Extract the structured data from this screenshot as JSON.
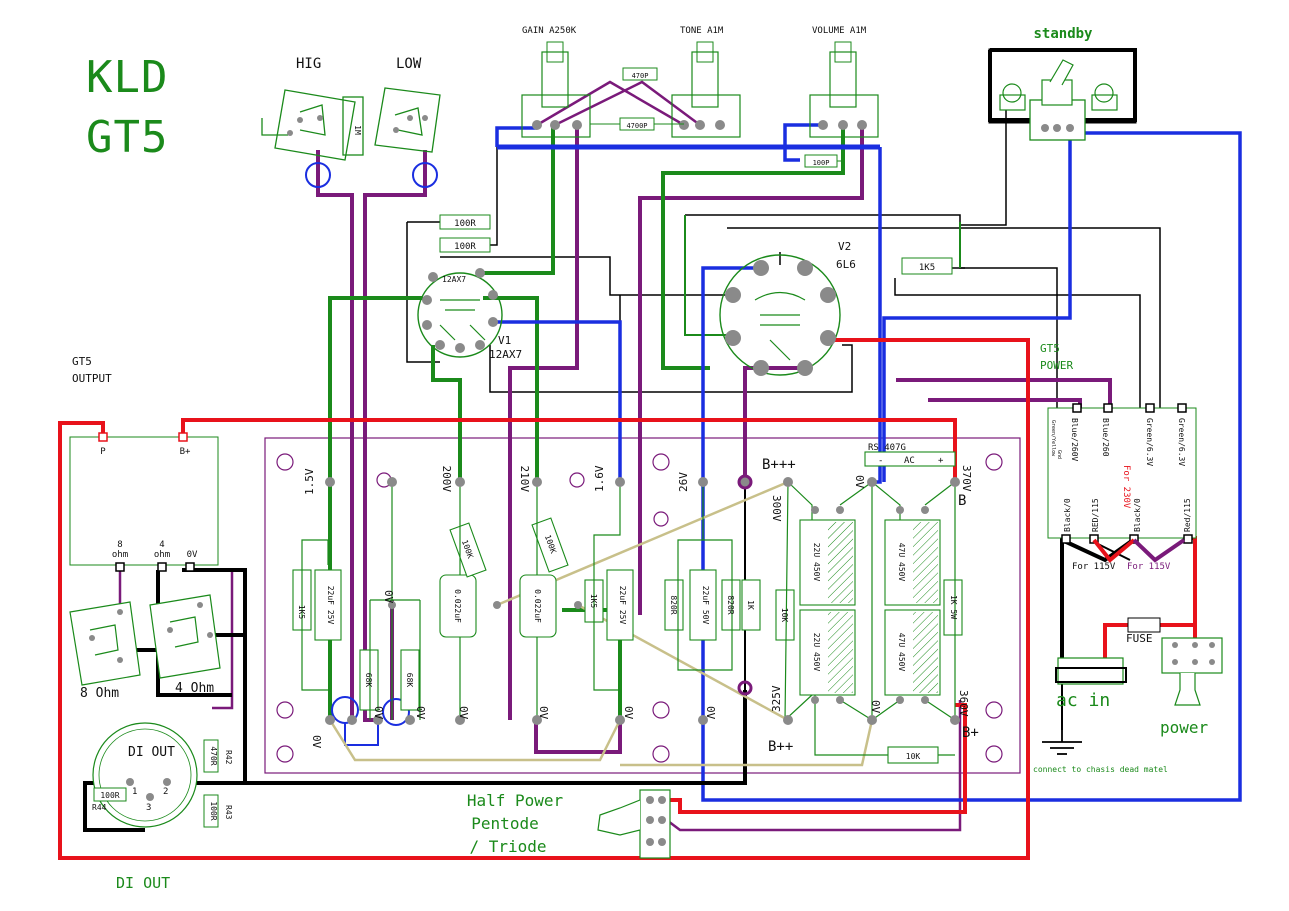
{
  "header": {
    "line1": "KLD",
    "line2": "GT5",
    "standby": "standby"
  },
  "pots": {
    "gain": "GAIN A250K",
    "tone": "TONE A1M",
    "volume": "VOLUME A1M",
    "hig": "HIG",
    "low": "LOW"
  },
  "tubes": {
    "v1": {
      "ref": "V1",
      "type": "12AX7",
      "body_label": "12AX7"
    },
    "v2": {
      "ref": "V2",
      "type": "6L6"
    }
  },
  "components": {
    "c470p": "470P",
    "c4700p": "4700P",
    "c100p": "100P",
    "r100a": "100R",
    "r100b": "100R",
    "r1k5_v2": "1K5",
    "r1m": "1M",
    "r1k5_left": "1K5",
    "c22_25_left": "22uF 25V",
    "r68k_a": "68K",
    "r68k_b": "68K",
    "c0022_a": "0.022uF",
    "c0022_b": "0.022uF",
    "r100k_a": "100K",
    "r100k_b": "100K",
    "r1k5_mid": "1K5",
    "c22_25_mid": "22uF 25V",
    "r820_a": "820R",
    "c22_50": "22uF 50V",
    "r820_b": "820R",
    "r1k_mid": "1K",
    "r10k_v": "10K",
    "c22_450_a": "22U 450V",
    "c22_450_b": "22U 450V",
    "c47_450_a": "47U 450V",
    "c47_450_b": "47U 450V",
    "r1k5w": "1K 5W",
    "r10k_h": "10K",
    "rs407g": "RS 407G",
    "bridge_minus": "-",
    "bridge_ac": "AC",
    "bridge_plus": "+",
    "r470r": "470R",
    "r42": "R42",
    "r100r_di": "100R",
    "r44": "R44",
    "r100r_v": "100R",
    "r43": "R43"
  },
  "board_labels": {
    "v15": "1.5V",
    "v200": "200V",
    "v210": "210V",
    "v16": "1.6V",
    "v26": "26V",
    "bppp": "B+++",
    "v300": "300V",
    "ov_top": "0V",
    "v370": "370V",
    "b_top": "B",
    "ov_a": "0V",
    "ov_b": "0V",
    "ov_c": "0V",
    "ov_d": "0V",
    "ov_e": "0V",
    "ov_f": "0V",
    "ov_g": "0V",
    "ov_h": "0V",
    "ov_i": "0V",
    "v325": "325V",
    "bpp": "B++",
    "v360": "360V",
    "bp": "B+"
  },
  "output": {
    "title1": "GT5",
    "title2": "OUTPUT",
    "p": "P",
    "bplus": "B+",
    "ohm8": "8",
    "ohm8b": "ohm",
    "ohm4": "4",
    "ohm4b": "ohm",
    "ov": "0V",
    "jack8": "8 Ohm",
    "jack4": "4 Ohm",
    "di_out": "DI OUT",
    "pin1": "1",
    "pin2": "2",
    "pin3": "3",
    "di_out_bottom": "DI OUT"
  },
  "switch": {
    "line1": "Half Power",
    "line2": "Pentode",
    "line3": "/ Triode"
  },
  "power": {
    "title1": "GT5",
    "title2": "POWER",
    "t_green": "Green/Yellow",
    "t_gnd": "Gnd",
    "t1": "Blue/260V",
    "t2": "Blue/260",
    "t3": "Green/6.3V",
    "t4": "Green/6.3V",
    "b1": "Black/0",
    "b2": "RED/115",
    "b3": "Black/0",
    "b4": "Red/115",
    "for230": "For 230V",
    "for115a": "For 115V",
    "for115b": "For 115V",
    "fuse": "FUSE",
    "ac_in": "ac in",
    "power_label": "power",
    "chassis": "connect to chasis dead matel"
  },
  "colors": {
    "green": "#1b8a1b",
    "purple": "#7a1a7a",
    "blue": "#1a2ee0",
    "red": "#e8121b",
    "black": "#000000",
    "tan": "#c8c08a",
    "board": "#7a1a7a",
    "pad": "#8a8a8a"
  }
}
